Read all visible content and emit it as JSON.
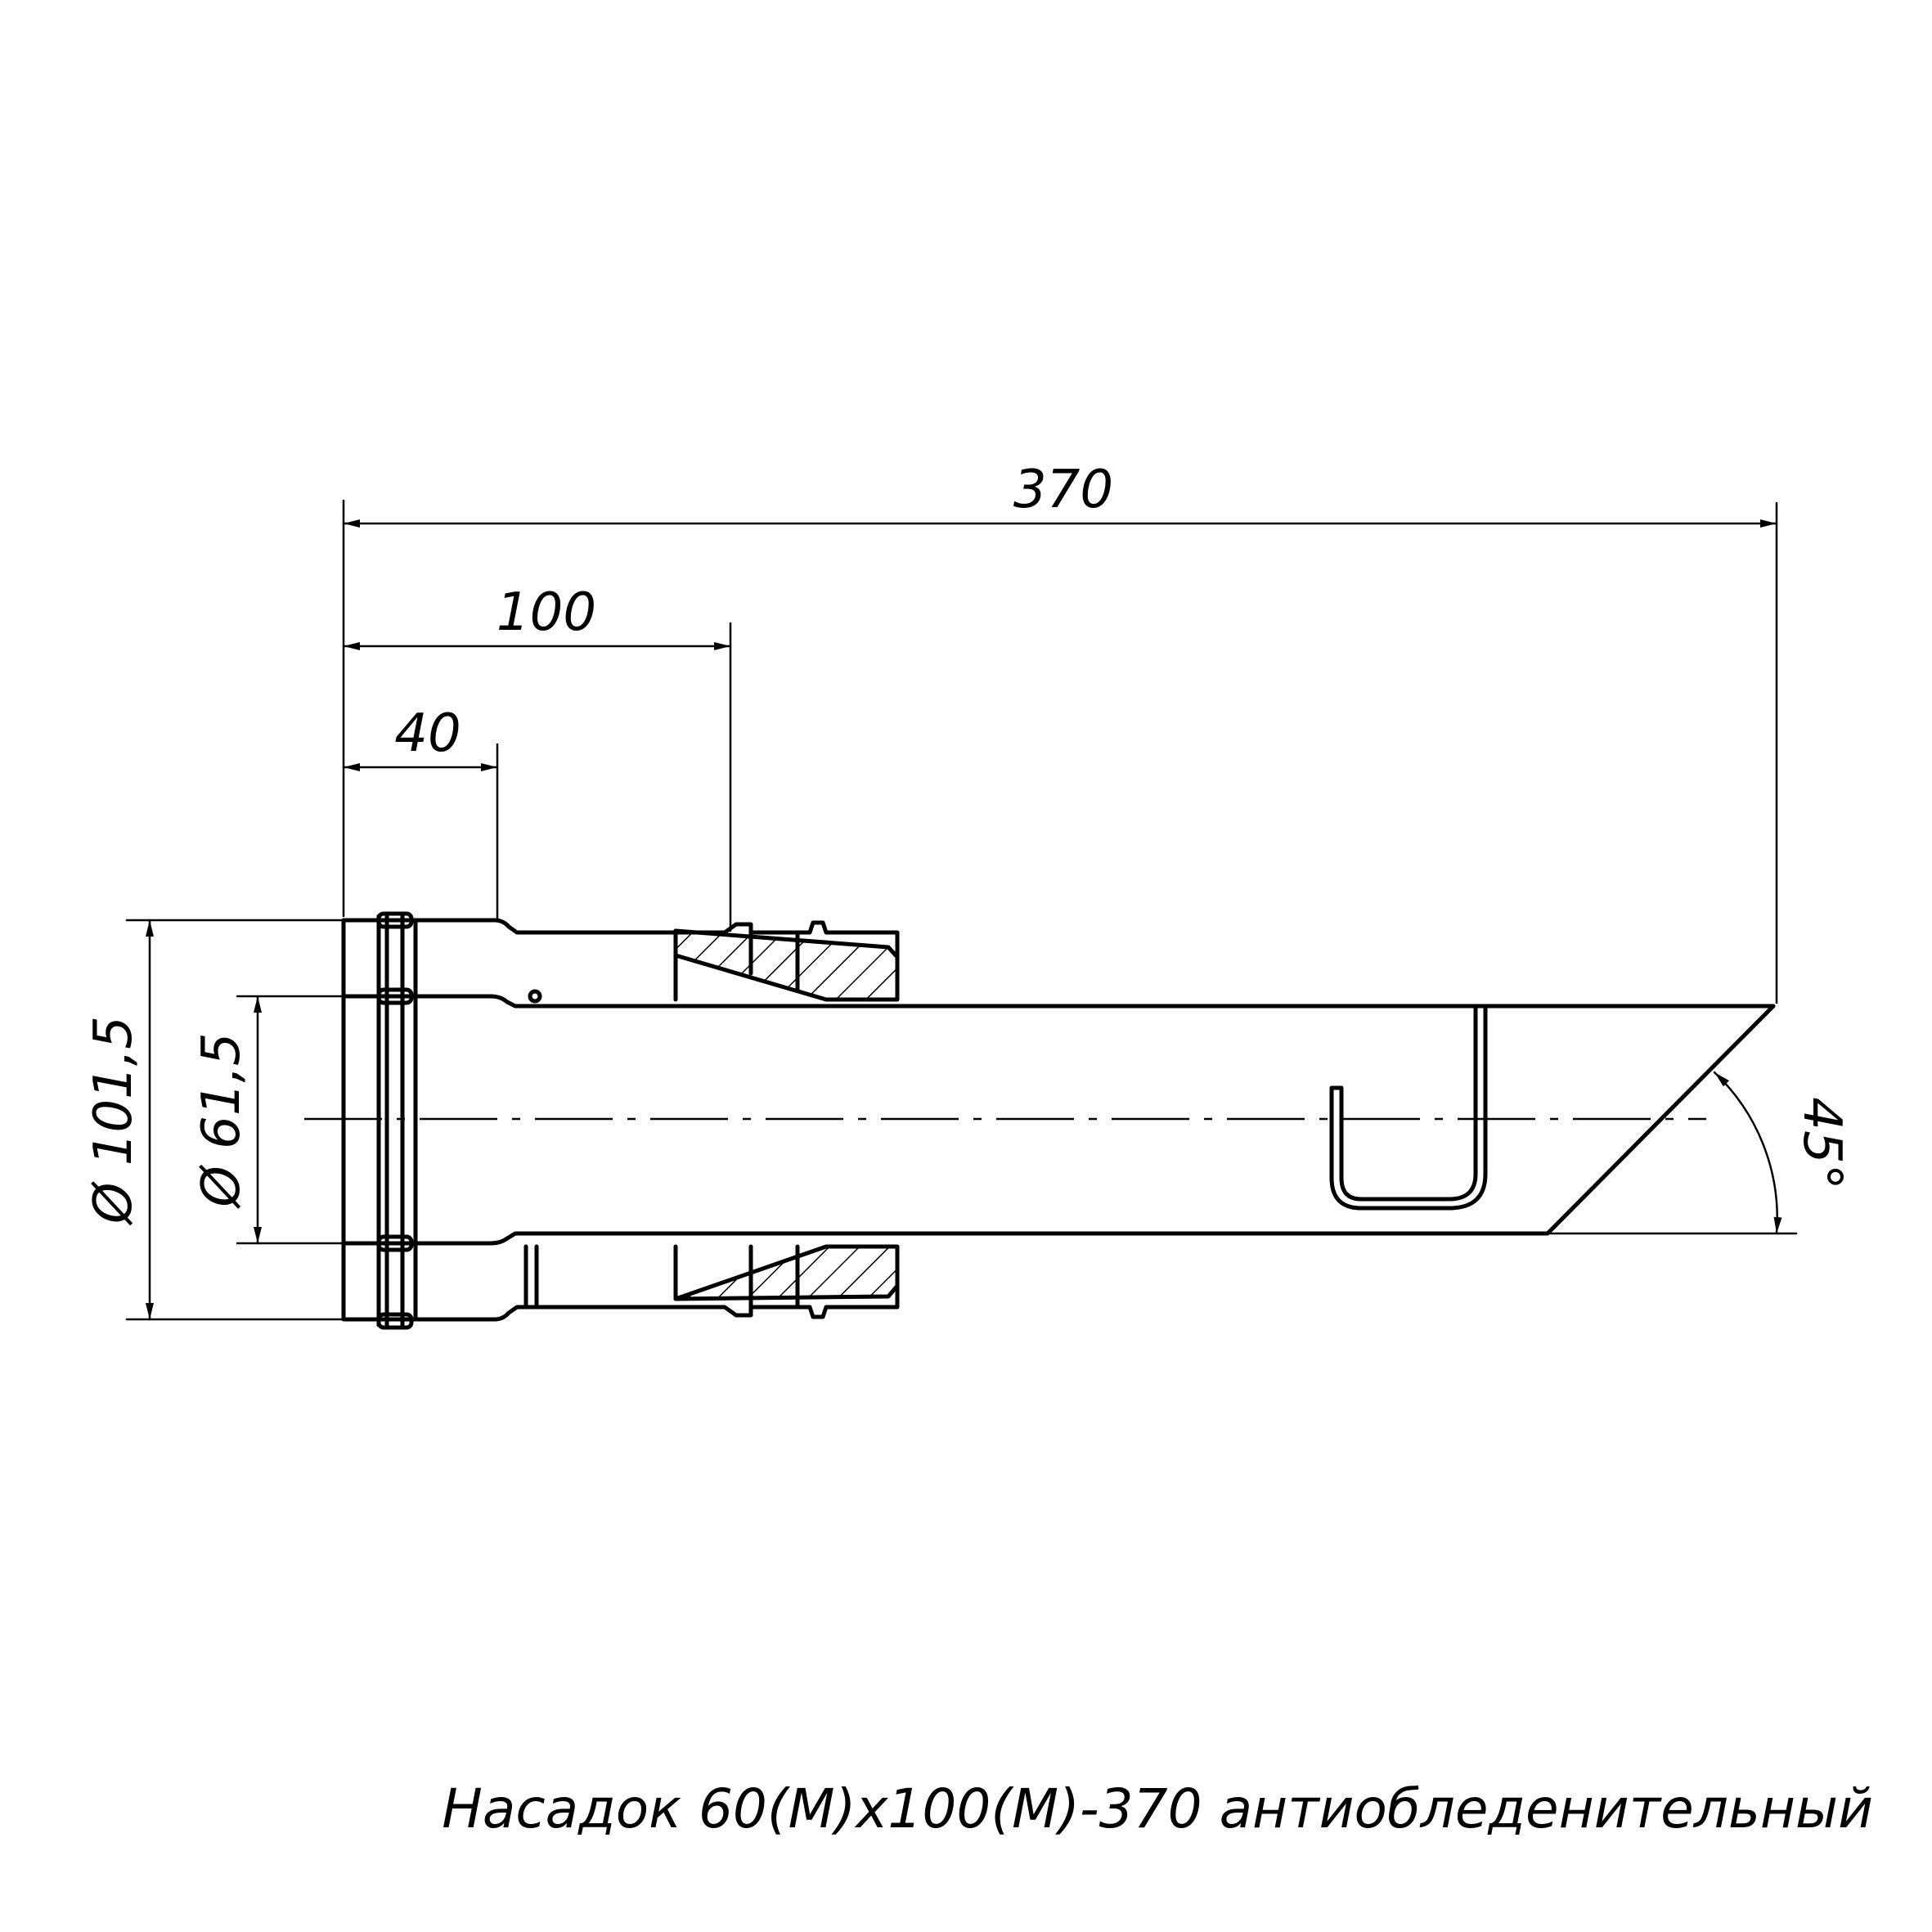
{
  "dimensions": {
    "length_total": "370",
    "length_100": "100",
    "length_40": "40",
    "outer_diameter": "Ø 101,5",
    "inner_diameter": "Ø 61,5",
    "angle": "45°"
  },
  "caption": "Насадок 60(M)x100(M)-370 антиобледенительный"
}
